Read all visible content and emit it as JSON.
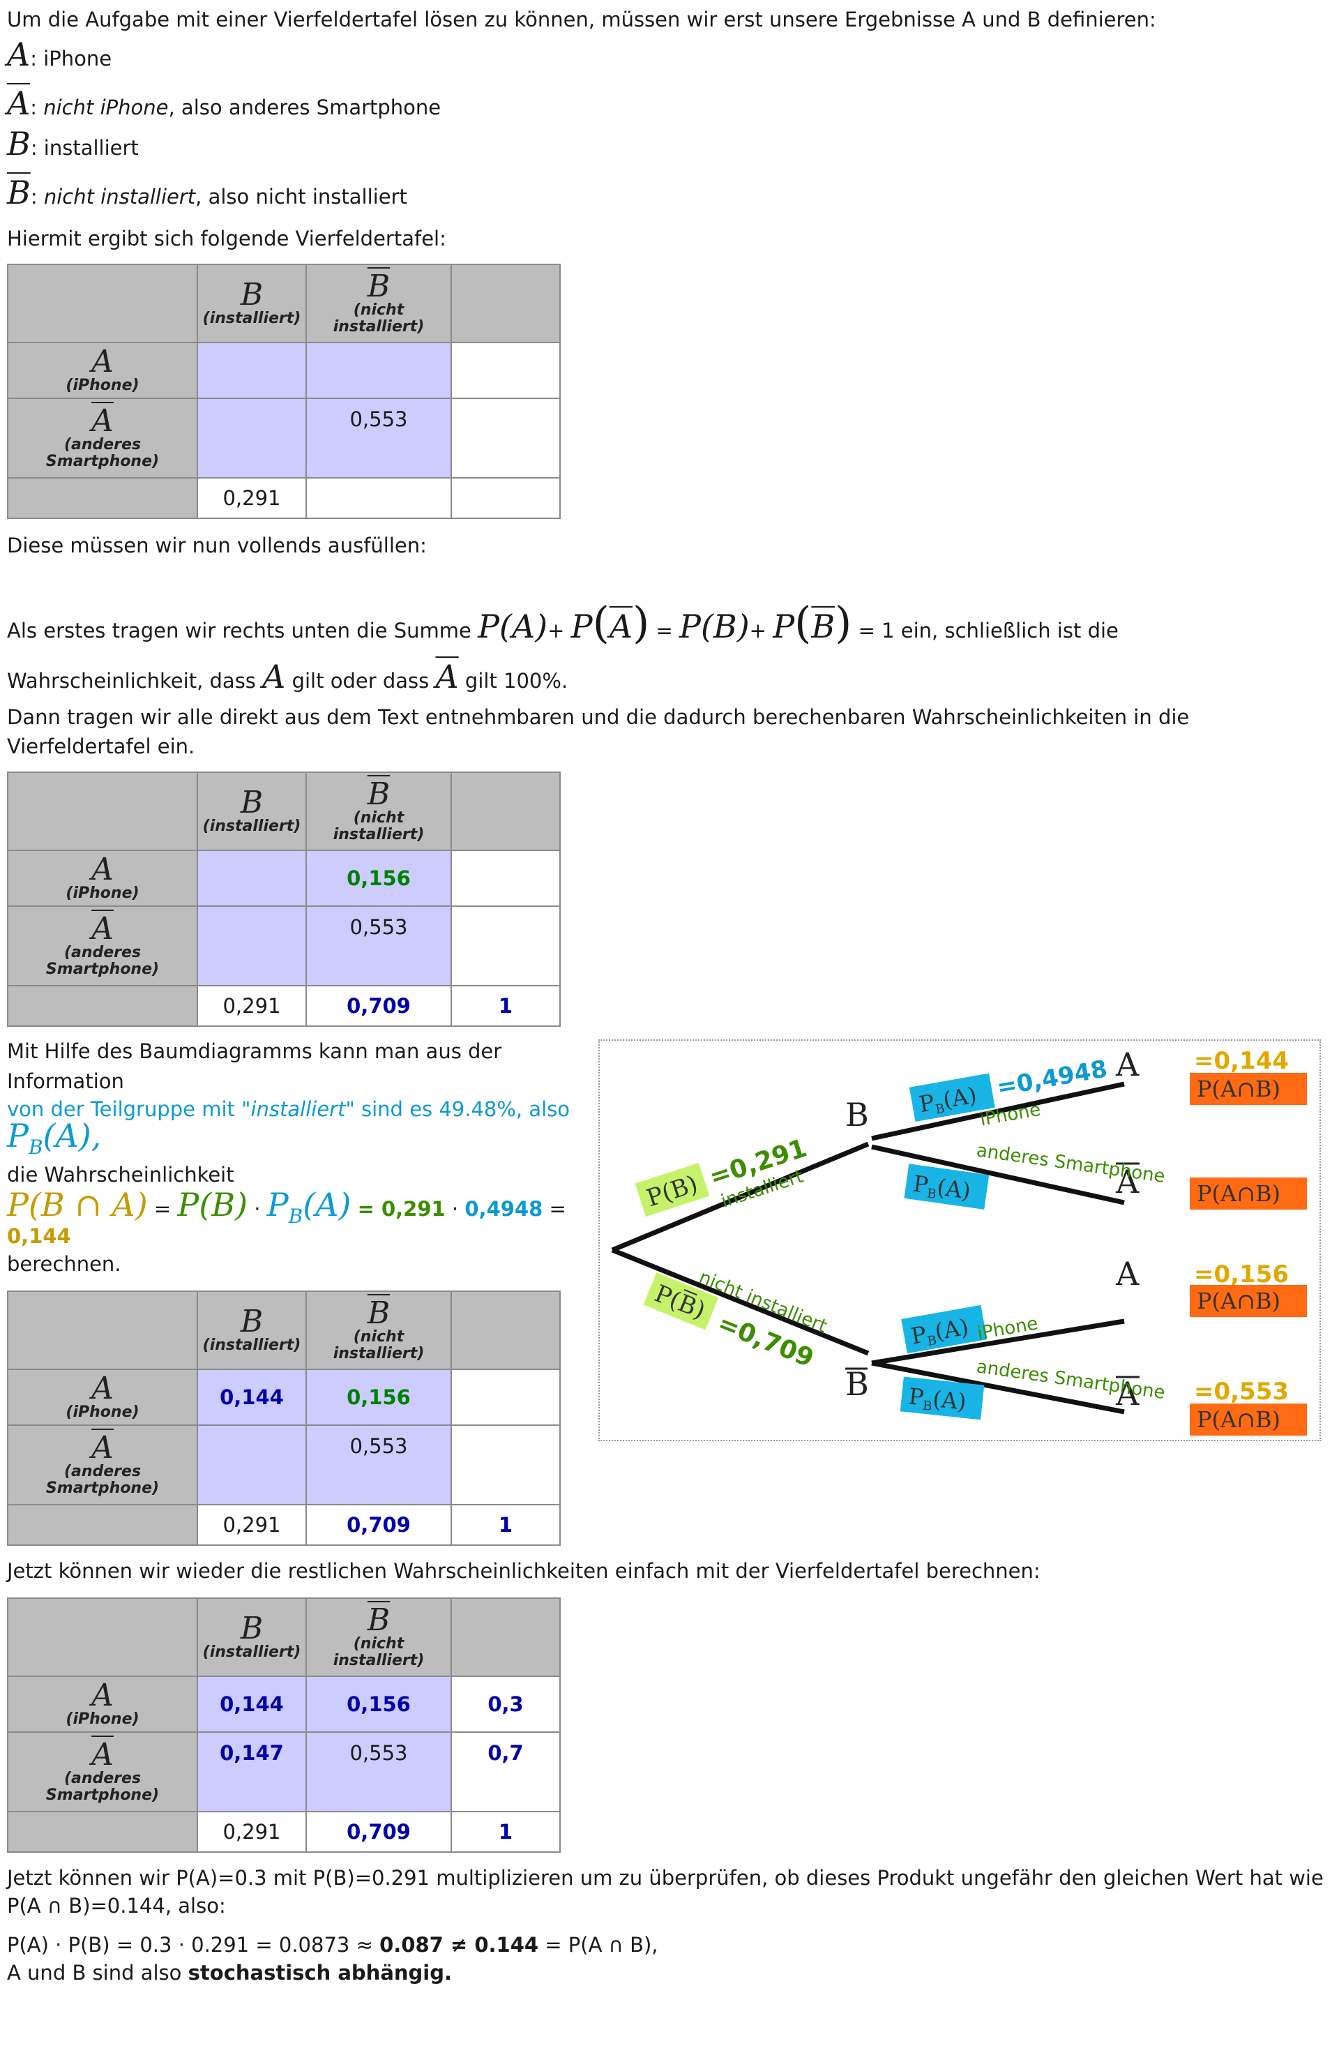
{
  "intro": "Um die Aufgabe mit einer Vierfeldertafel lösen zu können, müssen wir erst unsere Ergebnisse A und B definieren:",
  "defs": [
    {
      "sym": "A",
      "over": false,
      "text_it": "",
      "text": ": iPhone"
    },
    {
      "sym": "A",
      "over": true,
      "text_it": "nicht iPhone",
      "text": ", also anderes Smartphone"
    },
    {
      "sym": "B",
      "over": false,
      "text_it": "",
      "text": ": installiert"
    },
    {
      "sym": "B",
      "over": true,
      "text_it": "nicht installiert",
      "text": ", also nicht installiert"
    }
  ],
  "p_table_intro": "Hiermit ergibt sich folgende Vierfeldertafel:",
  "header": {
    "B": "B",
    "B_sub": "(installiert)",
    "Bbar": "B",
    "Bbar_sub": "(nicht installiert)",
    "A": "A",
    "A_sub": "(iPhone)",
    "Abar": "A",
    "Abar_sub": "(anderes Smartphone)"
  },
  "table1": {
    "r1": [
      "",
      "",
      ""
    ],
    "r2": [
      "",
      "0,553",
      ""
    ],
    "r3": [
      "0,291",
      "",
      ""
    ]
  },
  "p_fill": "Diese müssen wir nun vollends ausfüllen:",
  "p_sum_pre": "Als erstes tragen wir rechts unten die Summe",
  "p_sum_eq": "= 1 ein, schließlich ist die",
  "p_sum_line2_a": "Wahrscheinlichkeit, dass",
  "p_sum_line2_b": "gilt oder dass",
  "p_sum_line2_c": "gilt 100%.",
  "p_direct": "Dann tragen wir alle direkt aus dem Text entnehmbaren und die dadurch berechenbaren Wahrscheinlichkeiten in die",
  "p_direct2": "Vierfeldertafel ein.",
  "table2": {
    "r1": [
      "",
      "0,156",
      ""
    ],
    "r2": [
      "",
      "0,553",
      ""
    ],
    "r3": [
      "0,291",
      "0,709",
      "1"
    ]
  },
  "tree_text": {
    "l1": "Mit Hilfe des Baumdiagramms kann man aus der",
    "l2": "Information",
    "l3": "von der Teilgruppe mit \"installiert\" sind es 49.48%, also",
    "l4": "PB(A),",
    "l5": "die Wahrscheinlichkeit",
    "l6_result": "= 0,291 · 0,4948 =",
    "l7": "0,144",
    "l8": "berechnen."
  },
  "table3": {
    "r1": [
      "0,144",
      "0,156",
      ""
    ],
    "r2": [
      "",
      "0,553",
      ""
    ],
    "r3": [
      "0,291",
      "0,709",
      "1"
    ]
  },
  "p_rest": "Jetzt können wir wieder die restlichen Wahrscheinlichkeiten einfach mit der Vierfeldertafel berechnen:",
  "table4": {
    "r1": [
      "0,144",
      "0,156",
      "0,3"
    ],
    "r2": [
      "0,147",
      "0,553",
      "0,7"
    ],
    "r3": [
      "0,291",
      "0,709",
      "1"
    ]
  },
  "p_check": "Jetzt können wir P(A)=0.3 mit P(B)=0.291 multiplizieren um zu überprüfen, ob dieses Produkt ungefähr den gleichen Wert hat wie",
  "p_check2": "P(A ∩ B)=0.144, also:",
  "p_calc_pre": "P(A) · P(B) = 0.3 · 0.291 = 0.0873 ≈",
  "p_calc_bold": "0.087 ≠ 0.144",
  "p_calc_post": "= P(A ∩ B),",
  "p_concl_pre": "A und B sind also",
  "p_concl_bold": "stochastisch abhängig.",
  "tree": {
    "pb": "P(B)",
    "pb_val": "=0,291",
    "installiert": "installiert",
    "pbbar": "P(B)",
    "pbbar_val": "=0,709",
    "nicht_installiert": "nicht installiert",
    "node_B": "B",
    "node_Bbar": "B",
    "pba": "PB(A)",
    "pba_val": "=0,4948",
    "iphone": "iPhone",
    "anderes": "anderes Smartphone",
    "leaf_A": "A",
    "r1_val": "=0,144",
    "r3_val": "=0,156",
    "r4_val": "=0,553",
    "pab": "P(A∩B)"
  },
  "colors": {
    "cyan": "#0a9ad6",
    "lime": "#c6f26b",
    "orange": "#ff6a13",
    "gold": "#e0a800",
    "green": "#3c8d00"
  }
}
